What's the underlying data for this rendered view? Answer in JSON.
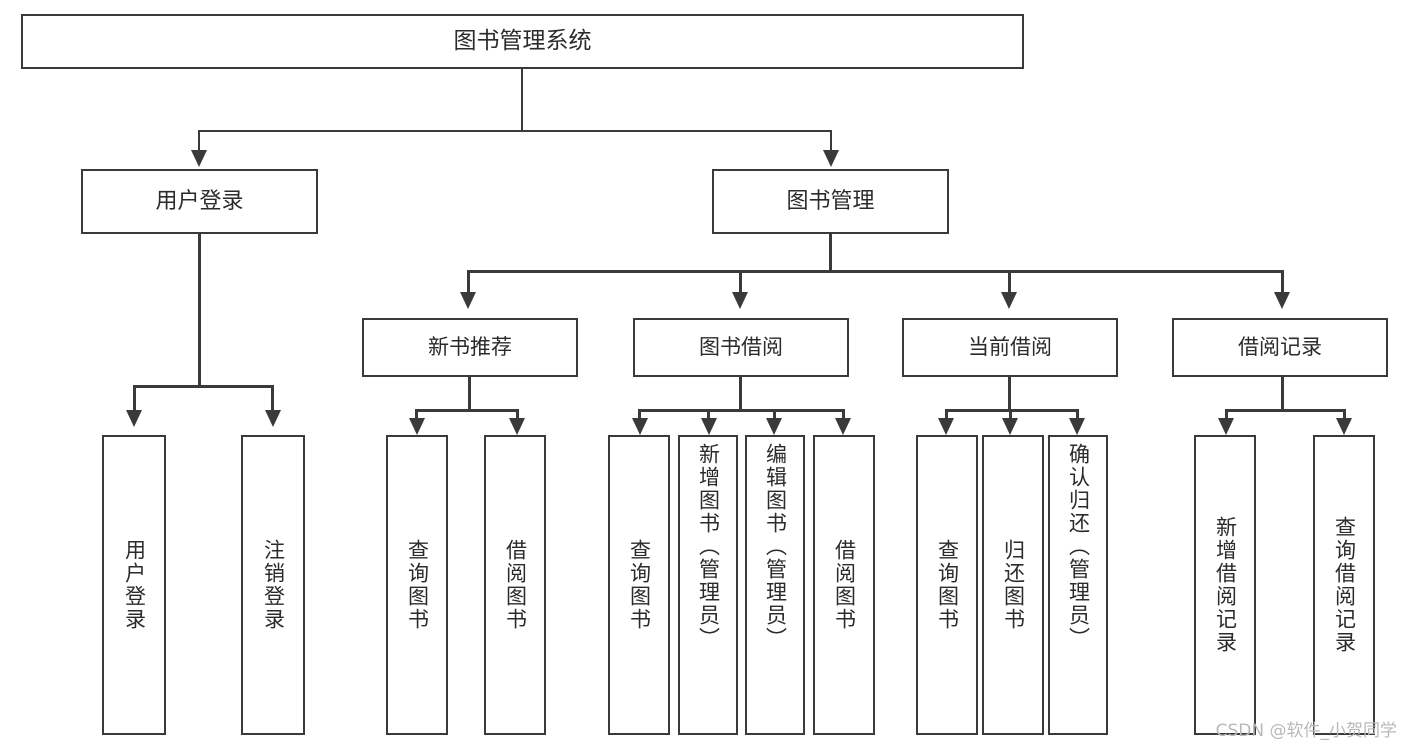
{
  "diagram": {
    "title": "图书管理系统",
    "type": "tree",
    "root": {
      "id": "root",
      "label": "图书管理系统"
    },
    "level2": [
      {
        "id": "user-login",
        "label": "用户登录"
      },
      {
        "id": "book-manage",
        "label": "图书管理"
      }
    ],
    "level3": [
      {
        "id": "new-book-rec",
        "label": "新书推荐",
        "parent": "book-manage"
      },
      {
        "id": "book-borrow",
        "label": "图书借阅",
        "parent": "book-manage"
      },
      {
        "id": "current-borrow",
        "label": "当前借阅",
        "parent": "book-manage"
      },
      {
        "id": "borrow-record",
        "label": "借阅记录",
        "parent": "book-manage"
      }
    ],
    "leaves": [
      {
        "id": "leaf-user-login",
        "label": "用户登录",
        "parent": "user-login"
      },
      {
        "id": "leaf-logout",
        "label": "注销登录",
        "parent": "user-login"
      },
      {
        "id": "leaf-query-book-1",
        "label": "查询图书",
        "parent": "new-book-rec"
      },
      {
        "id": "leaf-borrow-book-1",
        "label": "借阅图书",
        "parent": "new-book-rec"
      },
      {
        "id": "leaf-query-book-2",
        "label": "查询图书",
        "parent": "book-borrow"
      },
      {
        "id": "leaf-add-book",
        "label": "新增图书（管理员）",
        "parent": "book-borrow"
      },
      {
        "id": "leaf-edit-book",
        "label": "编辑图书（管理员）",
        "parent": "book-borrow"
      },
      {
        "id": "leaf-borrow-book-2",
        "label": "借阅图书",
        "parent": "book-borrow"
      },
      {
        "id": "leaf-query-book-3",
        "label": "查询图书",
        "parent": "current-borrow"
      },
      {
        "id": "leaf-return-book",
        "label": "归还图书",
        "parent": "current-borrow"
      },
      {
        "id": "leaf-confirm-return",
        "label": "确认归还（管理员）",
        "parent": "current-borrow"
      },
      {
        "id": "leaf-add-record",
        "label": "新增借阅记录",
        "parent": "borrow-record"
      },
      {
        "id": "leaf-query-record",
        "label": "查询借阅记录",
        "parent": "borrow-record"
      }
    ],
    "colors": {
      "stroke": "#3a3a3a",
      "fill": "#ffffff",
      "text": "#2b2b2b",
      "watermark": "#b9b9b9"
    }
  },
  "watermark": {
    "text": "CSDN @软件_小贺同学"
  }
}
